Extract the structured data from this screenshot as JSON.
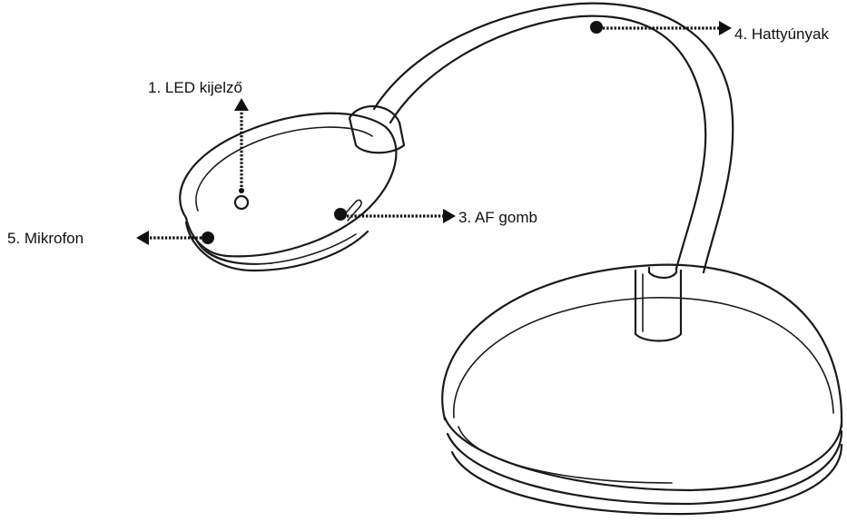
{
  "diagram": {
    "labels": {
      "led_display": "1. LED kijelző",
      "af_button": "3. AF gomb",
      "gooseneck": "4. Hattyúnyak",
      "microphone": "5. Mikrofon"
    },
    "colors": {
      "line": "#1a1a1a",
      "background": "#ffffff"
    }
  }
}
